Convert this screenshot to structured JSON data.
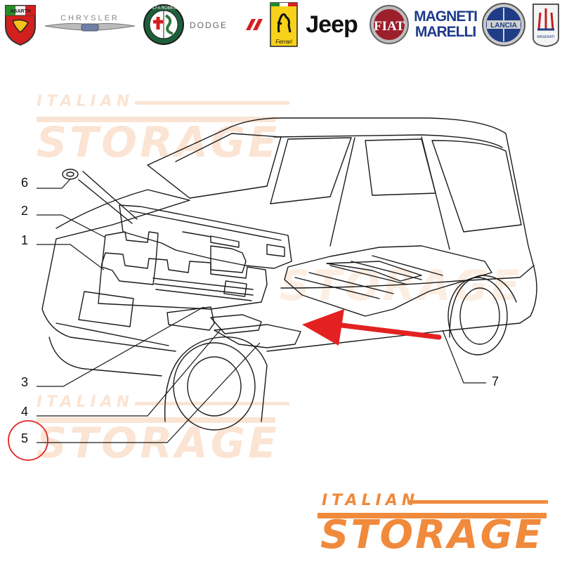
{
  "brands": [
    {
      "name": "ABARTH",
      "icon": "abarth-logo"
    },
    {
      "name": "CHRYSLER",
      "icon": "chrysler-logo"
    },
    {
      "name": "ALFA ROMEO",
      "icon": "alfa-romeo-logo"
    },
    {
      "name": "DODGE",
      "icon": "dodge-logo"
    },
    {
      "name": "Ferrari",
      "icon": "ferrari-logo"
    },
    {
      "name": "Jeep",
      "icon": "jeep-logo"
    },
    {
      "name": "FIAT",
      "icon": "fiat-logo"
    },
    {
      "name": "MAGNETI MARELLI",
      "line1": "MAGNETI",
      "line2": "MARELLI",
      "icon": "magneti-marelli-logo"
    },
    {
      "name": "LANCIA",
      "icon": "lancia-logo"
    },
    {
      "name": "MASERATI",
      "icon": "maserati-logo"
    }
  ],
  "watermark": {
    "line1": "ITALIAN",
    "line2": "STORAGE"
  },
  "logo": {
    "line1": "ITALIAN",
    "line2": "STORAGE"
  },
  "callouts": [
    "6",
    "2",
    "1",
    "3",
    "4",
    "5",
    "7"
  ],
  "highlighted_callout": "5",
  "colors": {
    "accent": "#f08a3c",
    "arrow": "#e32121",
    "highlight": "#e32121",
    "line": "#1a1a1a"
  }
}
